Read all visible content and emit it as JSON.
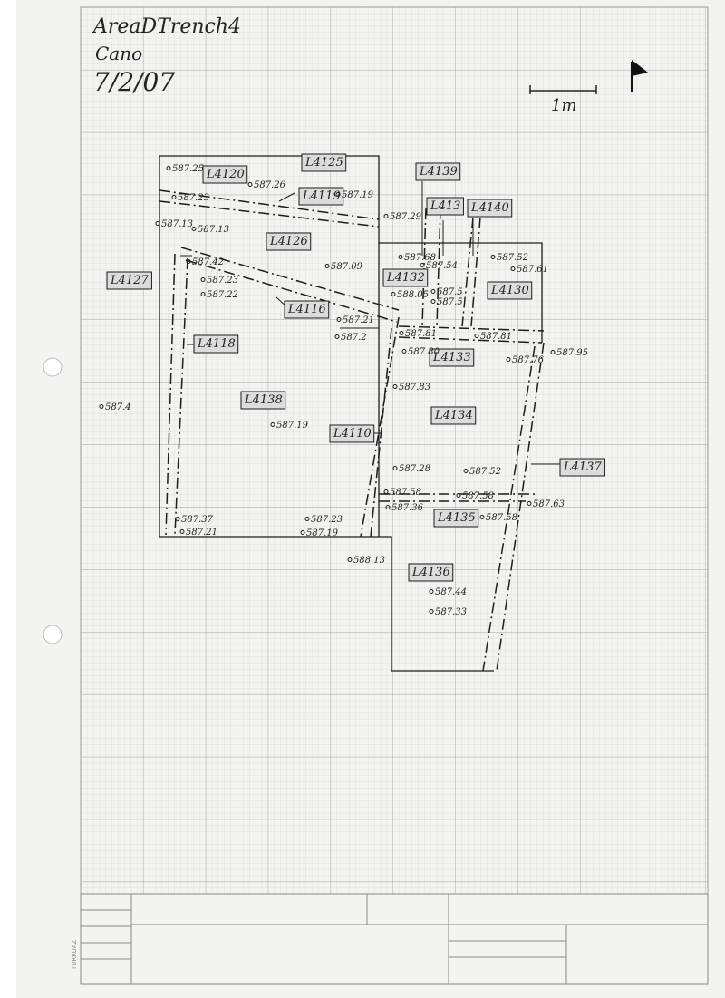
{
  "header": {
    "line1": "AreaDTrench4",
    "line2": "Cano",
    "line3": "7/2/07"
  },
  "scale": {
    "label": "1m"
  },
  "north_icon": "north-arrow-icon",
  "paper": {
    "brand": "TURKUAZ"
  },
  "colors": {
    "grid_minor": "#c9c9c9",
    "grid_major": "#a9a9a9",
    "ink": "#1d1d1d",
    "paper": "#f4f4f2"
  },
  "loci": [
    {
      "id": "l4120",
      "label": "L4120"
    },
    {
      "id": "l4125",
      "label": "L4125"
    },
    {
      "id": "l4139",
      "label": "L4139"
    },
    {
      "id": "l4131",
      "label": "L413"
    },
    {
      "id": "l4140",
      "label": "L4140"
    },
    {
      "id": "l4119",
      "label": "L4119"
    },
    {
      "id": "l4126",
      "label": "L4126"
    },
    {
      "id": "l4127",
      "label": "L4127"
    },
    {
      "id": "l4132",
      "label": "L4132"
    },
    {
      "id": "l4130",
      "label": "L4130"
    },
    {
      "id": "l4116",
      "label": "L4116"
    },
    {
      "id": "l4118",
      "label": "L4118"
    },
    {
      "id": "l4133",
      "label": "L4133"
    },
    {
      "id": "l4138",
      "label": "L4138"
    },
    {
      "id": "l4134",
      "label": "L4134"
    },
    {
      "id": "l4110",
      "label": "L4110"
    },
    {
      "id": "l4137",
      "label": "L4137"
    },
    {
      "id": "l4135",
      "label": "L4135"
    },
    {
      "id": "l4136",
      "label": "L4136"
    }
  ],
  "elevations": [
    {
      "id": "e1",
      "value": "587.25"
    },
    {
      "id": "e2",
      "value": "587.26"
    },
    {
      "id": "e3",
      "value": "587.23"
    },
    {
      "id": "e4",
      "value": "587.19"
    },
    {
      "id": "e5",
      "value": "587.29"
    },
    {
      "id": "e6",
      "value": "587.13"
    },
    {
      "id": "e7",
      "value": "587.13"
    },
    {
      "id": "e8",
      "value": "587.09"
    },
    {
      "id": "e9",
      "value": "587.42"
    },
    {
      "id": "e10",
      "value": "587.23"
    },
    {
      "id": "e11",
      "value": "587.22"
    },
    {
      "id": "e12",
      "value": "587.68"
    },
    {
      "id": "e13",
      "value": "587.54"
    },
    {
      "id": "e14",
      "value": "587.52"
    },
    {
      "id": "e15",
      "value": "587.61"
    },
    {
      "id": "e16",
      "value": "588.05"
    },
    {
      "id": "e17",
      "value": "587.5"
    },
    {
      "id": "e18",
      "value": "587.5"
    },
    {
      "id": "e19",
      "value": "587.21"
    },
    {
      "id": "e20",
      "value": "587.2"
    },
    {
      "id": "e21",
      "value": "587.81"
    },
    {
      "id": "e22",
      "value": "587.81"
    },
    {
      "id": "e23",
      "value": "587.80"
    },
    {
      "id": "e24",
      "value": "587.76"
    },
    {
      "id": "e25",
      "value": "587.95"
    },
    {
      "id": "e26",
      "value": "587.4"
    },
    {
      "id": "e27",
      "value": "587.83"
    },
    {
      "id": "e28",
      "value": "587.19"
    },
    {
      "id": "e29",
      "value": "587.28"
    },
    {
      "id": "e30",
      "value": "587.52"
    },
    {
      "id": "e31",
      "value": "587.58"
    },
    {
      "id": "e32",
      "value": "587.58"
    },
    {
      "id": "e33",
      "value": "587.36"
    },
    {
      "id": "e34",
      "value": "587.58"
    },
    {
      "id": "e35",
      "value": "587.63"
    },
    {
      "id": "e36",
      "value": "587.37"
    },
    {
      "id": "e37",
      "value": "587.21"
    },
    {
      "id": "e38",
      "value": "587.23"
    },
    {
      "id": "e39",
      "value": "587.19"
    },
    {
      "id": "e40",
      "value": "588.13"
    },
    {
      "id": "e41",
      "value": "587.44"
    },
    {
      "id": "e42",
      "value": "587.33"
    }
  ]
}
